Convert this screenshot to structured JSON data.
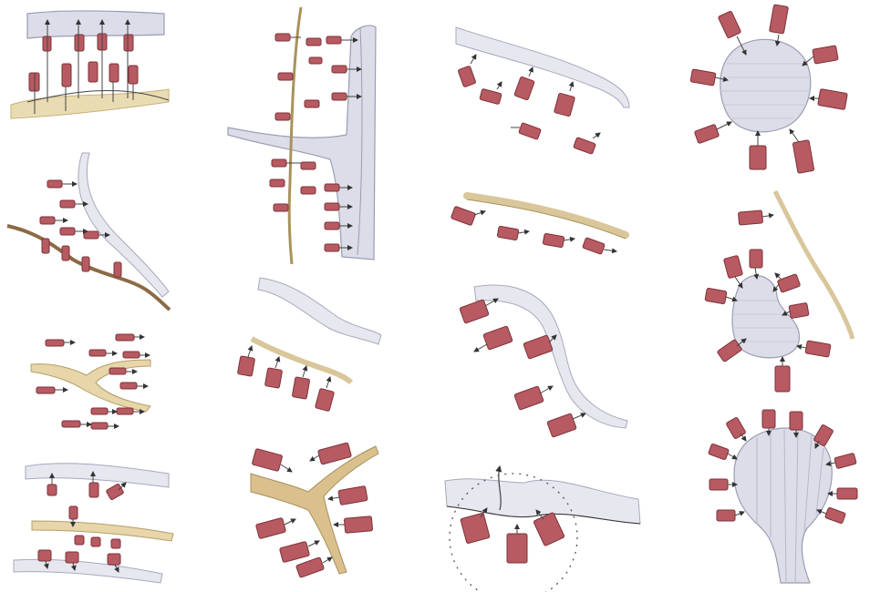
{
  "colors": {
    "blue_vessel": "#dcdde8",
    "tan_path": "#d9c69a",
    "brown_path": "#8b6a46",
    "car_red": "#b75a62",
    "ink": "#333333"
  },
  "panels": [
    {
      "name": "panel-two-boundaries-columns",
      "kind": "illustration"
    },
    {
      "name": "panel-branching-vessel-path",
      "kind": "illustration"
    },
    {
      "name": "panel-curved-boundary-angled",
      "kind": "illustration"
    },
    {
      "name": "panel-radial-blob",
      "kind": "illustration"
    },
    {
      "name": "panel-curve-and-brown-path",
      "kind": "illustration"
    },
    {
      "name": "panel-tan-path-row",
      "kind": "illustration"
    },
    {
      "name": "panel-bean-blob-radial",
      "kind": "illustration"
    },
    {
      "name": "panel-fork-path",
      "kind": "illustration"
    },
    {
      "name": "panel-gray-over-tan",
      "kind": "illustration"
    },
    {
      "name": "panel-s-curve-boundary",
      "kind": "illustration"
    },
    {
      "name": "panel-bulb-radial",
      "kind": "illustration"
    },
    {
      "name": "panel-three-boundaries",
      "kind": "illustration"
    },
    {
      "name": "panel-y-junction",
      "kind": "illustration"
    },
    {
      "name": "panel-wave-dashed-circle",
      "kind": "illustration"
    }
  ]
}
